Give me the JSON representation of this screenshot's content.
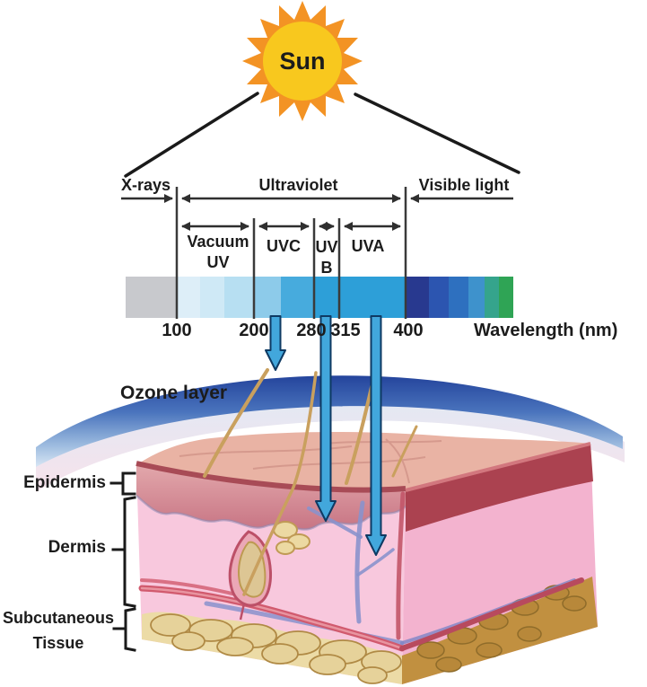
{
  "sun": {
    "label": "Sun"
  },
  "spectrum": {
    "regions": [
      {
        "label": "X-rays"
      },
      {
        "label": "Ultraviolet"
      },
      {
        "label": "Visible light"
      }
    ],
    "uv_bands": [
      {
        "label": "Vacuum\nUV",
        "range_nm": [
          100,
          200
        ]
      },
      {
        "label": "UVC",
        "range_nm": [
          200,
          280
        ]
      },
      {
        "label": "UV\nB",
        "range_nm": [
          280,
          315
        ]
      },
      {
        "label": "UVA",
        "range_nm": [
          315,
          400
        ]
      }
    ],
    "ticks": [
      "100",
      "200",
      "280",
      "315",
      "400"
    ],
    "axis_label": "Wavelength (nm)"
  },
  "ozone": {
    "label": "Ozone layer"
  },
  "skin": {
    "layers": [
      {
        "label": "Epidermis"
      },
      {
        "label": "Dermis"
      },
      {
        "label": "Subcutaneous\nTissue"
      }
    ]
  },
  "colors": {
    "sun_core": "#f8c81e",
    "sun_rays": "#f39324",
    "uv_arrow_fill": "#42a7dc",
    "ozone_blue": "#24449c",
    "xray_gray": "#c8c9cd",
    "visible_green": "#2fa455",
    "epidermis_red": "#c87584",
    "dermis_pink": "#f8c8dd",
    "subcutaneous_tan": "#ecdba6"
  }
}
